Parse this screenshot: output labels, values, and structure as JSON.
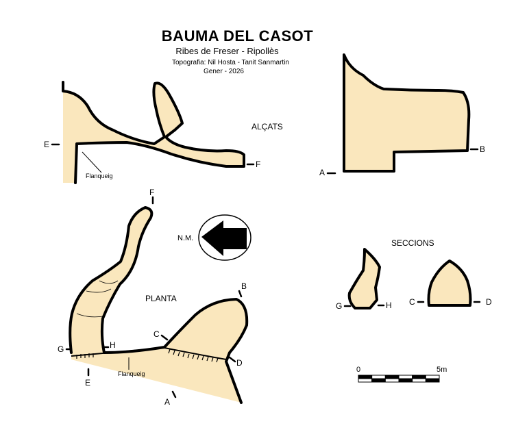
{
  "header": {
    "title": "BAUMA DEL CASOT",
    "location": "Ribes de Freser - Ripollès",
    "survey": "Topografia: Nil Hosta - Tanit Sanmartin",
    "date": "Gener - 2026"
  },
  "labels": {
    "elevations": "ALÇATS",
    "plan": "PLANTA",
    "sections": "SECCIONS",
    "north": "N.M.",
    "ledge_elevation": "Flanqueig",
    "ledge_plan": "Flanqueig"
  },
  "points": {
    "A": "A",
    "B": "B",
    "C": "C",
    "D": "D",
    "E": "E",
    "F": "F",
    "G": "G",
    "H": "H"
  },
  "scale": {
    "start": "0",
    "end": "5m",
    "segments": 6
  },
  "colors": {
    "cave_fill": "#fae7bd",
    "outline": "#000000",
    "background": "#ffffff"
  }
}
